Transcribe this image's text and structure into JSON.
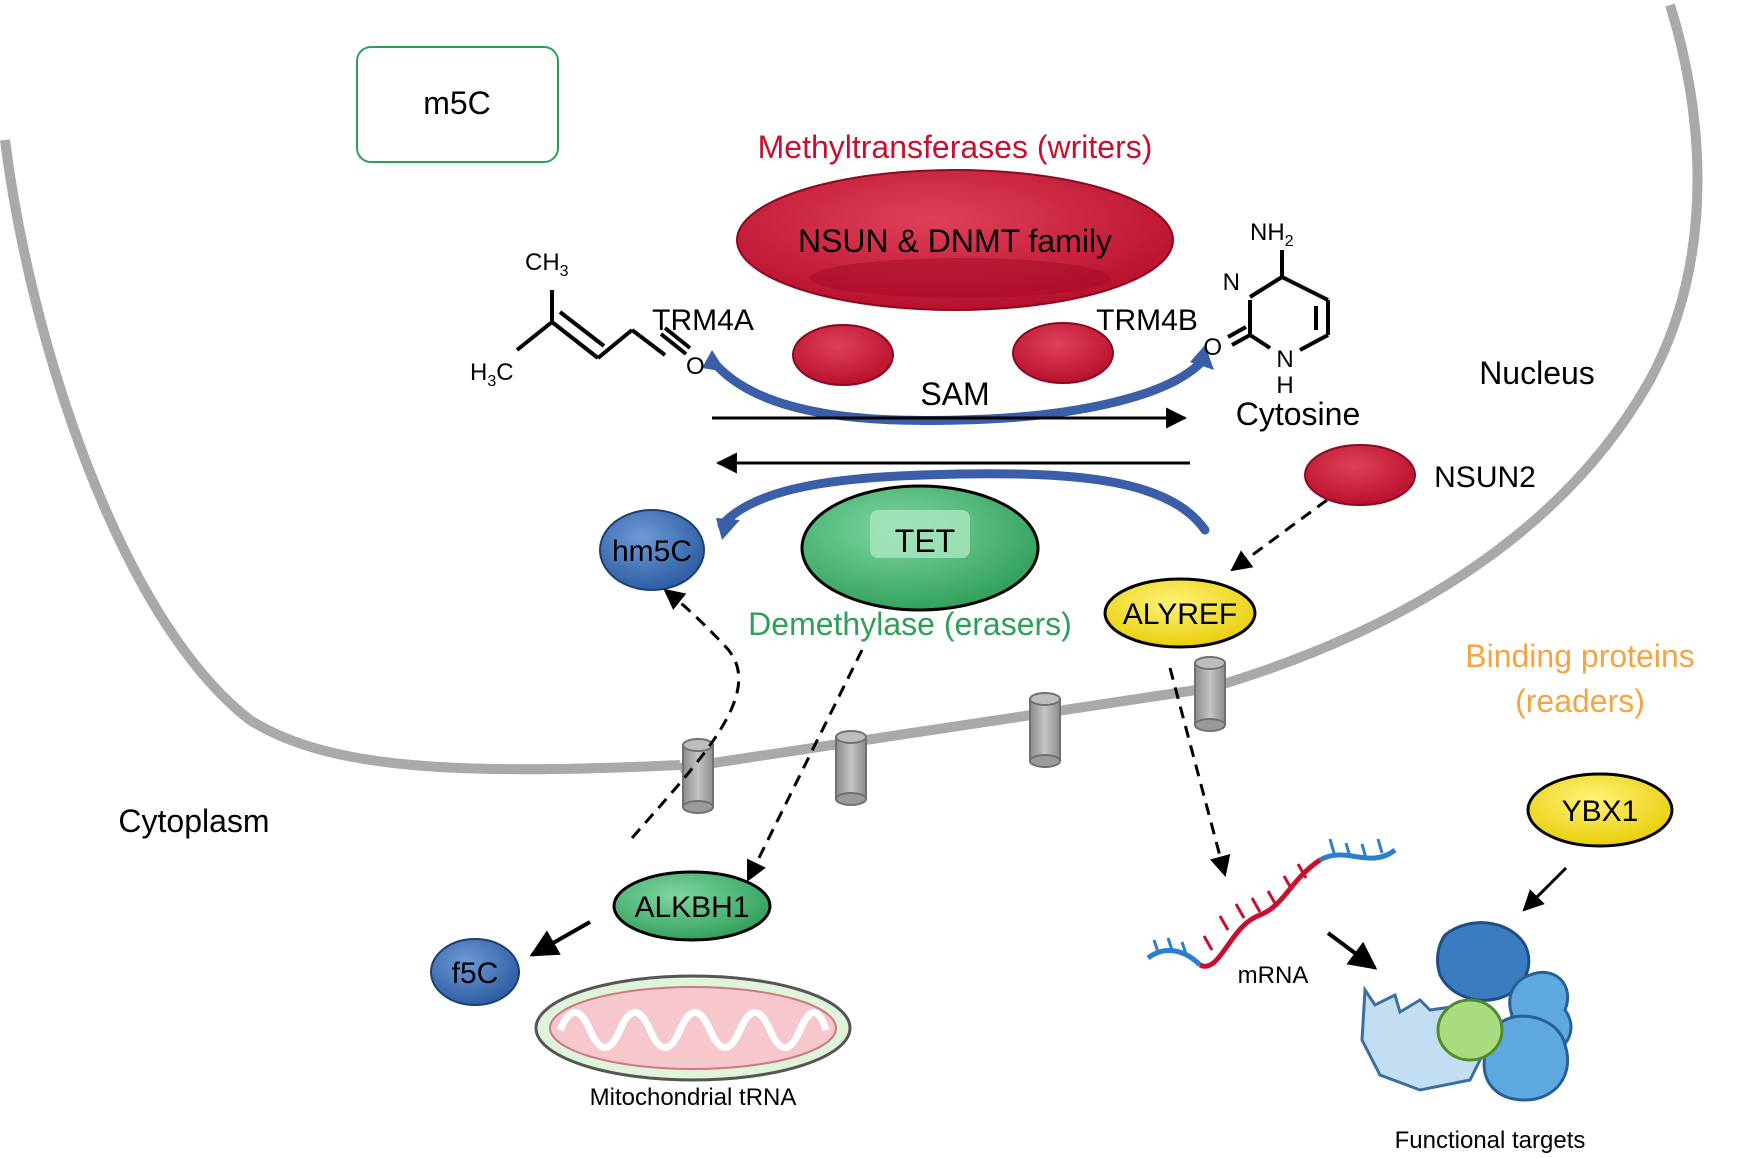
{
  "title_box": "m5C",
  "writers": {
    "heading": "Methyltransferases (writers)",
    "family": "NSUN & DNMT family",
    "trm4a": "TRM4A",
    "trm4b": "TRM4B",
    "sam": "SAM",
    "nsun2": "NSUN2"
  },
  "erasers": {
    "heading": "Demethylase (erasers)",
    "tet": "TET",
    "alkbh1": "ALKBH1",
    "hm5c": "hm5C",
    "f5c": "f5C",
    "mito_label": "Mitochondrial tRNA"
  },
  "readers": {
    "heading_line1": "Binding proteins",
    "heading_line2": "(readers)",
    "alyref": "ALYREF",
    "ybx1": "YBX1",
    "mrna": "mRNA",
    "targets": "Functional targets"
  },
  "regions": {
    "nucleus": "Nucleus",
    "cytoplasm": "Cytoplasm"
  },
  "cytosine": {
    "name": "Cytosine",
    "nh2_n": "NH",
    "nh2_sub": "2",
    "n_ring": "N",
    "o": "O",
    "nh_n": "N",
    "nh_h": "H"
  },
  "aldehyde": {
    "ch3_top": "CH",
    "ch3_top_sub": "3",
    "h3c_h": "H",
    "h3c_sub": "3",
    "h3c_c": "C",
    "o": "O"
  },
  "colors": {
    "writer_red": "#c8102e",
    "eraser_green": "#2e9e5a",
    "reader_orange": "#f5a442",
    "membrane_gray": "#a9a9a9",
    "arc_blue": "#3a5fa8",
    "hm5c_blue": "#2f62a8",
    "reader_yellow": "#f2dc00"
  }
}
